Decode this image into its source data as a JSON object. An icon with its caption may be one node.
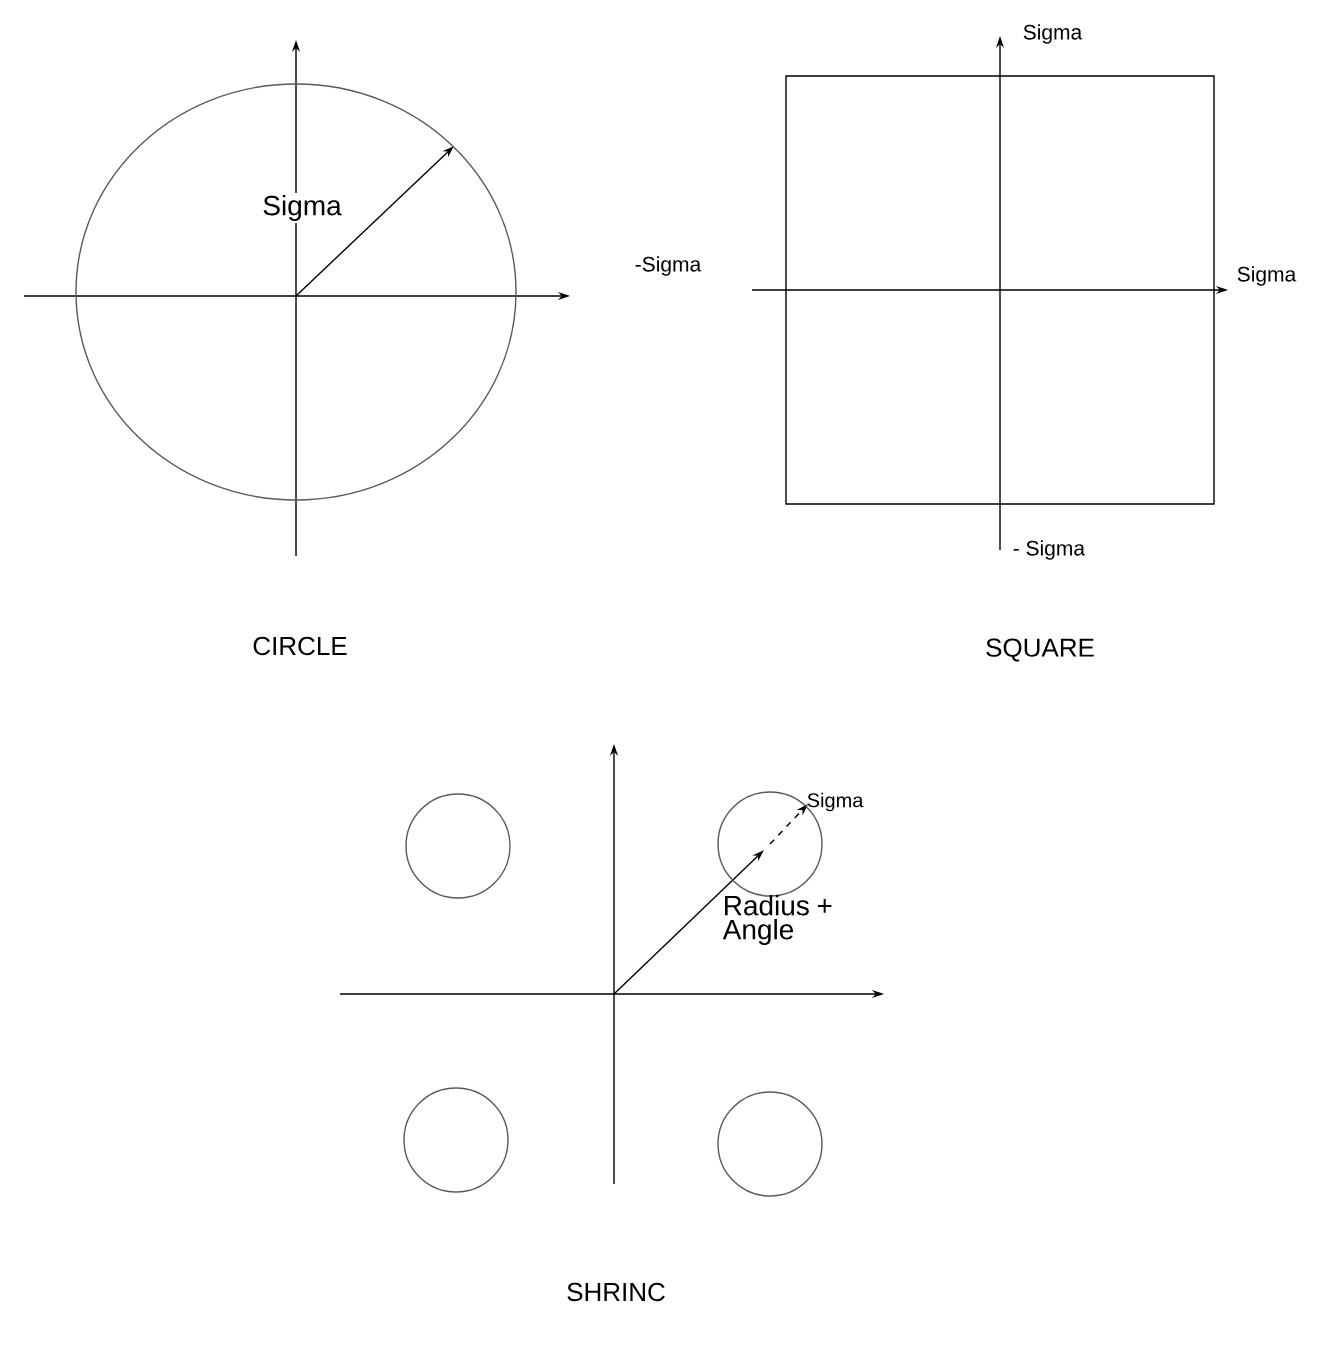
{
  "diagram": {
    "nodes": [
      {
        "text": [
          "Sigma"
        ]
      },
      {
        "text": [],
        "shape": "box"
      },
      {
        "text": [],
        "shape": "circle"
      },
      {
        "text": [],
        "shape": "circle"
      },
      {
        "text": [],
        "shape": "circle"
      },
      {
        "text": [],
        "shape": "circle"
      }
    ],
    "labels": [
      "CIRCLE",
      "Sigma",
      "-Sigma",
      "Sigma",
      "- Sigma",
      "SQUARE",
      "Sigma",
      "Radius + Angle",
      "SHRINC"
    ]
  }
}
